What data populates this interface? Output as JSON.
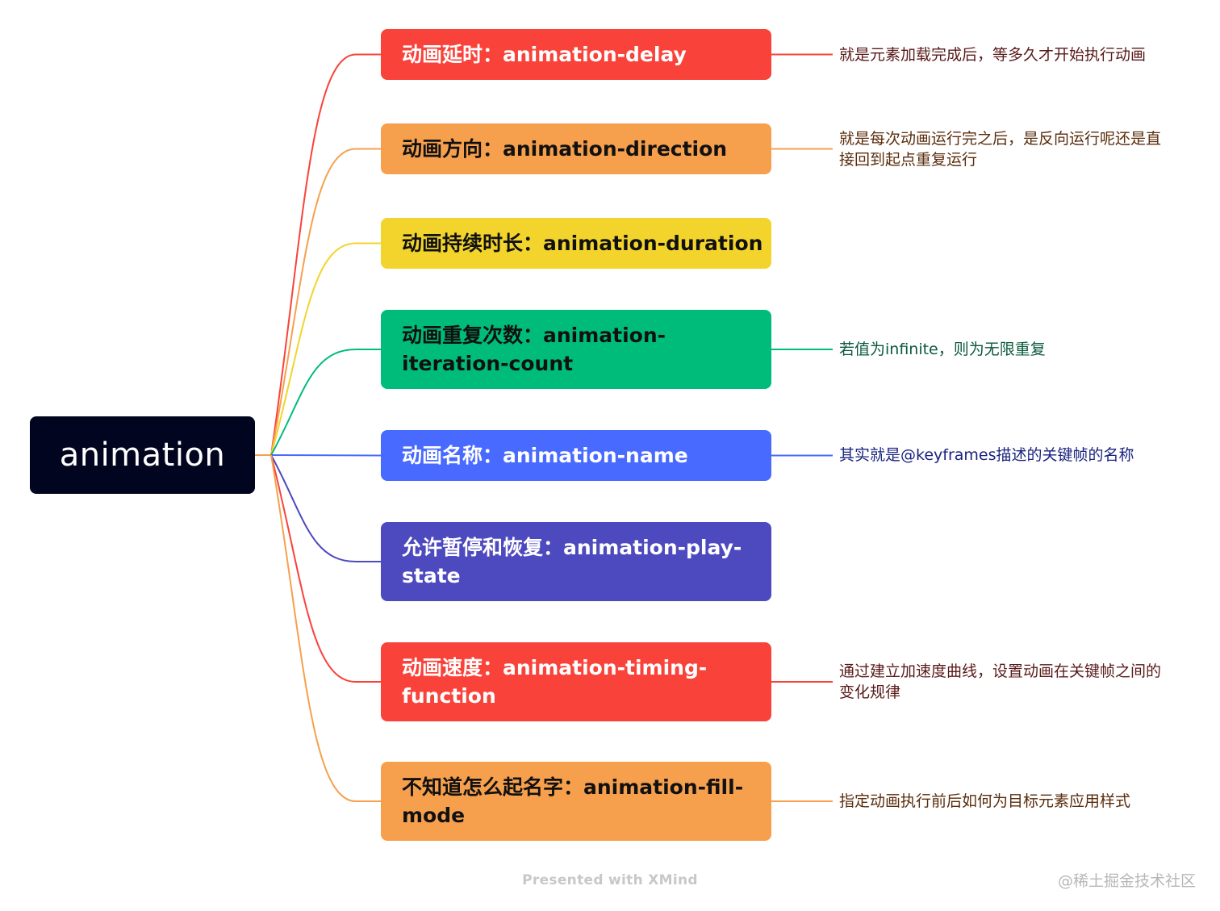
{
  "root": {
    "label": "animation",
    "color": "#02051f"
  },
  "branches": [
    {
      "lines": [
        "动画延时：animation-delay"
      ],
      "color": "#f9423a",
      "text_color": "#ffffff",
      "note": [
        "就是元素加载完成后，等多久才开始执行动画"
      ],
      "note_color": "#5a1a1a"
    },
    {
      "lines": [
        "动画方向：animation-direction"
      ],
      "color": "#f6a04d",
      "text_color": "#111111",
      "note": [
        "就是每次动画运行完之后，是反向运行呢还是直",
        "接回到起点重复运行"
      ],
      "note_color": "#5a2d0c"
    },
    {
      "lines": [
        "动画持续时长：animation-duration"
      ],
      "color": "#f2d42c",
      "text_color": "#111111",
      "note": [],
      "note_color": "#5a4a0c"
    },
    {
      "lines": [
        "动画重复次数：animation-",
        "iteration-count"
      ],
      "color": "#00bc7b",
      "text_color": "#111111",
      "note": [
        "若值为infinite，则为无限重复"
      ],
      "note_color": "#0b5a3c"
    },
    {
      "lines": [
        "动画名称：animation-name"
      ],
      "color": "#486aff",
      "text_color": "#ffffff",
      "note": [
        "其实就是@keyframes描述的关键帧的名称"
      ],
      "note_color": "#1a237e"
    },
    {
      "lines": [
        "允许暂停和恢复：animation-play-",
        "state"
      ],
      "color": "#4d49be",
      "text_color": "#ffffff",
      "note": [],
      "note_color": "#2a2670"
    },
    {
      "lines": [
        "动画速度：animation-timing-",
        "function"
      ],
      "color": "#f9423a",
      "text_color": "#ffffff",
      "note": [
        "通过建立加速度曲线，设置动画在关键帧之间的",
        "变化规律"
      ],
      "note_color": "#5a1a1a"
    },
    {
      "lines": [
        "不知道怎么起名字：animation-fill-",
        "mode"
      ],
      "color": "#f6a04d",
      "text_color": "#111111",
      "note": [
        "指定动画执行前后如何为目标元素应用样式"
      ],
      "note_color": "#5a2d0c"
    }
  ],
  "footer": "Presented with XMind",
  "watermark": "@稀土掘金技术社区"
}
